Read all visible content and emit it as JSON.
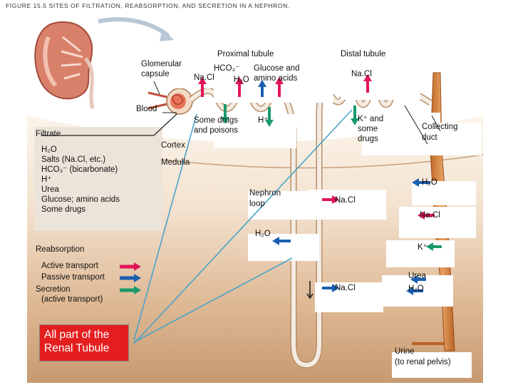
{
  "figure_title": "FIGURE 15.5 SITES OF FILTRATION, REABSORPTION, AND SECRETION IN A NEPHRON.",
  "labels": {
    "proximal_tubule": "Proximal tubule",
    "distal_tubule": "Distal tubule",
    "glomerular_capsule_1": "Glomerular",
    "glomerular_capsule_2": "capsule",
    "blood": "Blood",
    "cortex": "Cortex",
    "medulla": "Medulla",
    "nephron_loop_1": "Nephron",
    "nephron_loop_2": "loop",
    "collecting_duct_1": "Collecting",
    "collecting_duct_2": "duct",
    "urine_1": "Urine",
    "urine_2": "(to renal pelvis)",
    "prox_nacl": "Na.Cl",
    "prox_hco3": "HCO₃⁻",
    "prox_h2o": "H₂O",
    "prox_glucose_1": "Glucose and",
    "prox_glucose_2": "amino acids",
    "prox_drugs_1": "Some drugs",
    "prox_drugs_2": "and poisons",
    "prox_h": "H⁺",
    "dist_nacl": "Na.Cl",
    "dist_k_1": "K⁺ and",
    "dist_k_2": "some",
    "dist_k_3": "drugs",
    "loop_h2o": "H₂O",
    "loop_nacl_upper": "Na.Cl",
    "loop_nacl_lower": "Na.Cl",
    "duct_h2o_upper": "H₂O",
    "duct_nacl": "Na.Cl",
    "duct_k": "K⁺",
    "duct_urea": "Urea",
    "duct_h2o_lower": "H₂O"
  },
  "filtrate": {
    "title": "Filtrate",
    "items": [
      "H₂O",
      "Salts (Na.Cl, etc.)",
      "HCO₃⁻ (bicarbonate)",
      "H⁺",
      "Urea",
      "Glucose; amino acids",
      "Some drugs"
    ]
  },
  "legend": {
    "title": "Reabsorption",
    "items": [
      {
        "label": "Active transport",
        "color": "#e0155a"
      },
      {
        "label": "Passive transport",
        "color": "#1a5fb0"
      },
      {
        "label": "Secretion",
        "color": "#1a9a6a"
      },
      {
        "label": "(active transport)",
        "color": ""
      }
    ]
  },
  "callout": {
    "line1": "All part of the",
    "line2": "Renal Tubule",
    "color": "#e41e1e"
  },
  "colors": {
    "active_transport": "#e0155a",
    "passive_transport": "#1a5fb0",
    "secretion": "#1a9a6a",
    "tubule": "#ece4d9",
    "collecting_duct": "#d98a45",
    "cortex_bg": "#f6ece0",
    "medulla_bg": "#d6b08c",
    "callout_lines": "#4aa3c8"
  }
}
